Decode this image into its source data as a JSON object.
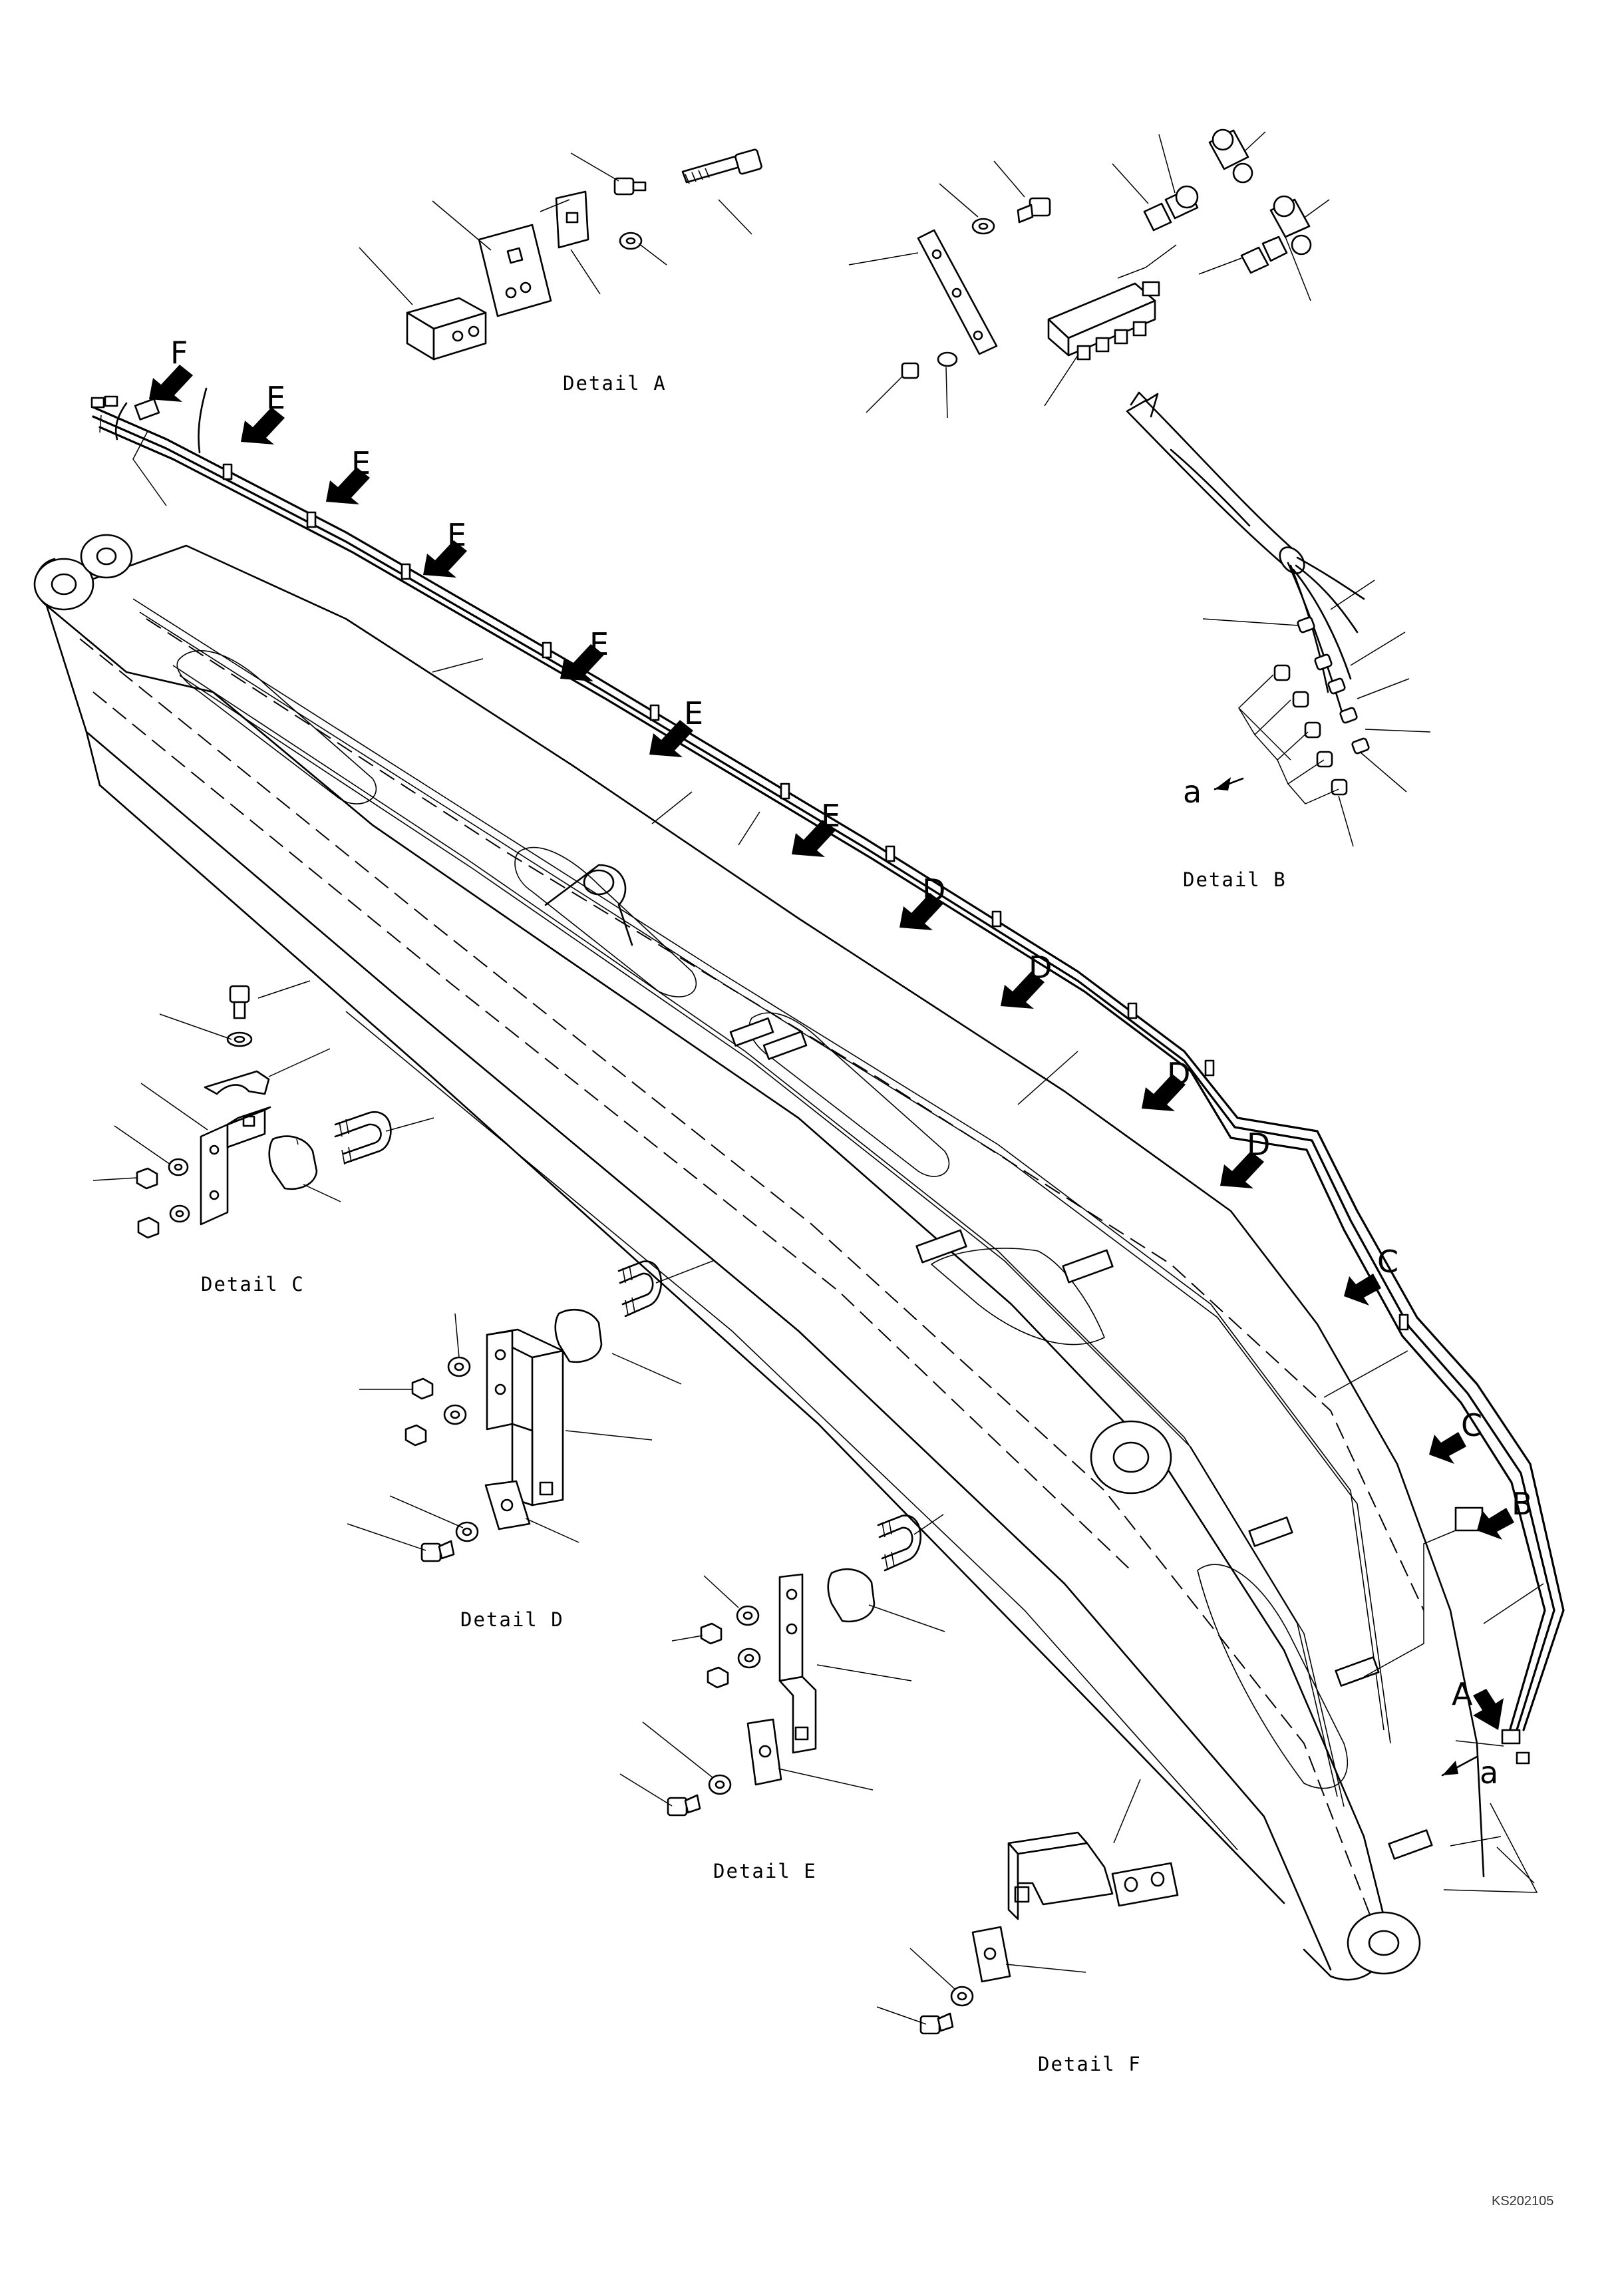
{
  "figure": {
    "detail_labels": {
      "a": "Detail A",
      "b": "Detail B",
      "c": "Detail C",
      "d": "Detail D",
      "e": "Detail E",
      "f": "Detail F"
    },
    "callouts": {
      "f": "F",
      "e": "E",
      "d": "D",
      "c": "C",
      "b": "B",
      "a": "A",
      "view_a": "a"
    },
    "drawing_code": "KS202105"
  }
}
